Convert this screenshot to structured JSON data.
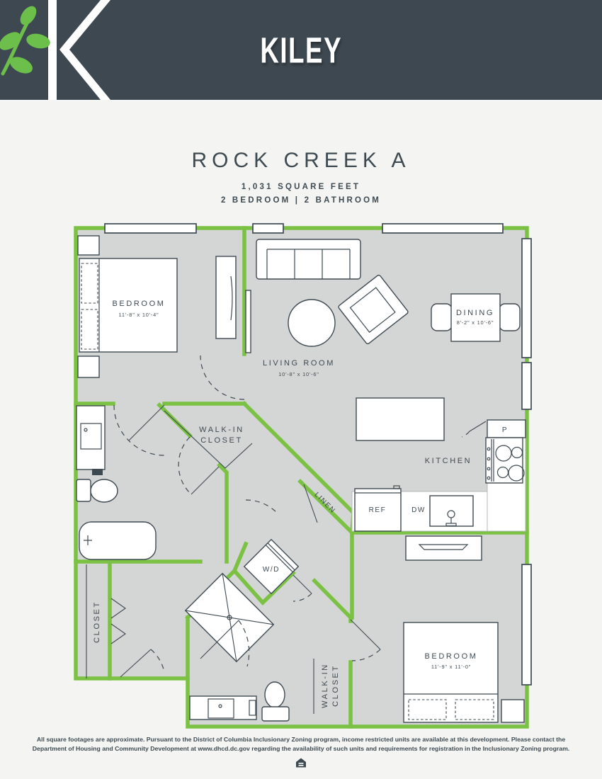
{
  "header": {
    "brand": "KILEY"
  },
  "title": {
    "plan_name": "ROCK CREEK A",
    "square_feet": "1,031 SQUARE FEET",
    "bed_bath": "2 BEDROOM | 2 BATHROOM"
  },
  "floorplan": {
    "rooms": {
      "bedroom_1": {
        "label": "BEDROOM",
        "dims": "11'-8\" x 10'-4\""
      },
      "living_room": {
        "label": "LIVING ROOM",
        "dims": "10'-8\" x 10'-6\""
      },
      "dining": {
        "label": "DINING",
        "dims": "8'-2\" x 10'-6\""
      },
      "kitchen": {
        "label": "KITCHEN"
      },
      "walk_in_closet_1": {
        "line1": "WALK-IN",
        "line2": "CLOSET"
      },
      "walk_in_closet_2": {
        "line1": "WALK-IN",
        "line2": "CLOSET"
      },
      "closet": {
        "label": "CLOSET"
      },
      "linen": {
        "label": "LINEN"
      },
      "bedroom_2": {
        "label": "BEDROOM",
        "dims": "11'-9\" x 11'-0\""
      }
    },
    "appliances": {
      "washer_dryer": "W/D",
      "refrigerator": "REF",
      "dishwasher": "DW",
      "pantry": "P"
    }
  },
  "footer": {
    "disclaimer_line1": "All square footages are approximate. Pursuant to the District of Columbia Inclusionary Zoning program, income restricted units are available at this development. Please contact the",
    "disclaimer_line2": "Department of Housing and Community Development at www.dhcd.dc.gov regarding the availability of such units and requirements for registration in the Inclusionary Zoning program.",
    "equal_housing_icon": "equal-housing-opportunity"
  },
  "colors": {
    "header_bg": "#3E4850",
    "wall_green": "#7BC143",
    "floor_gray": "#D4D5D5",
    "line_slate": "#3E4A52",
    "leaf_green": "#6CBF4A",
    "page_bg": "#F4F5F3"
  }
}
